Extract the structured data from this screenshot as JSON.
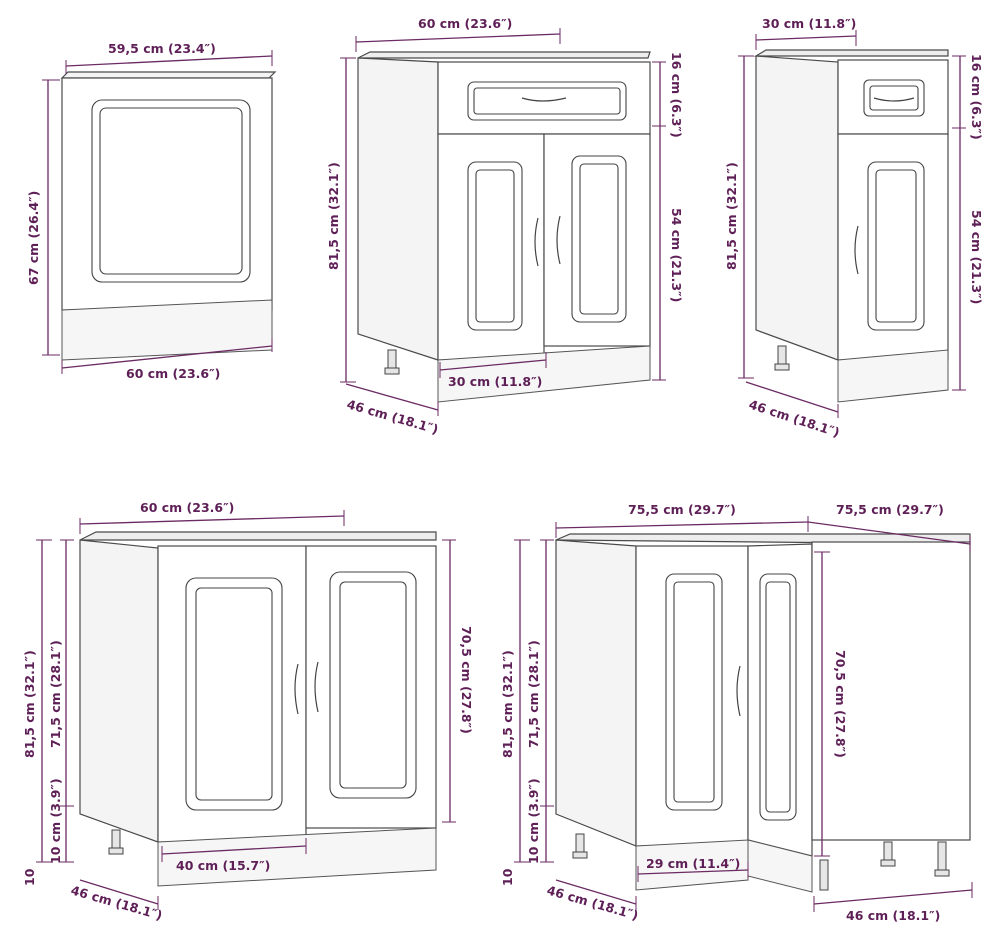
{
  "dimension_color": "#5e1f57",
  "oven_panel": {
    "width_top": "59,5 cm (23.4″)",
    "height": "67 cm (26.4″)",
    "width_bottom": "60 cm (23.6″)"
  },
  "drawer_cabinet_60": {
    "width": "60 cm (23.6″)",
    "drawer_height": "16 cm (6.3″)",
    "total_height": "81,5 cm (32.1″)",
    "door_height": "54 cm (21.3″)",
    "door_width": "30 cm (11.8″)",
    "depth": "46 cm (18.1″)"
  },
  "drawer_cabinet_30": {
    "width": "30 cm (11.8″)",
    "drawer_height": "16 cm (6.3″)",
    "total_height": "81,5 cm (32.1″)",
    "door_height": "54 cm (21.3″)",
    "depth": "46 cm (18.1″)"
  },
  "sink_cabinet_60": {
    "width": "60 cm (23.6″)",
    "total_height": "81,5 cm (32.1″)",
    "body_height": "71,5 cm (28.1″)",
    "plinth_height": "10 cm (3.9″)",
    "door_height": "70,5 cm (27.8″)",
    "plinth_width": "40 cm (15.7″)",
    "depth": "46 cm (18.1″)",
    "plinth_label": "10"
  },
  "corner_cabinet": {
    "width_left": "75,5 cm (29.7″)",
    "width_right": "75,5 cm (29.7″)",
    "total_height": "81,5 cm (32.1″)",
    "body_height": "71,5 cm (28.1″)",
    "plinth_height": "10 cm (3.9″)",
    "door_height": "70,5 cm (27.8″)",
    "plinth_width": "29 cm (11.4″)",
    "depth_left": "46 cm (18.1″)",
    "depth_right": "46 cm (18.1″)",
    "plinth_label": "10"
  }
}
